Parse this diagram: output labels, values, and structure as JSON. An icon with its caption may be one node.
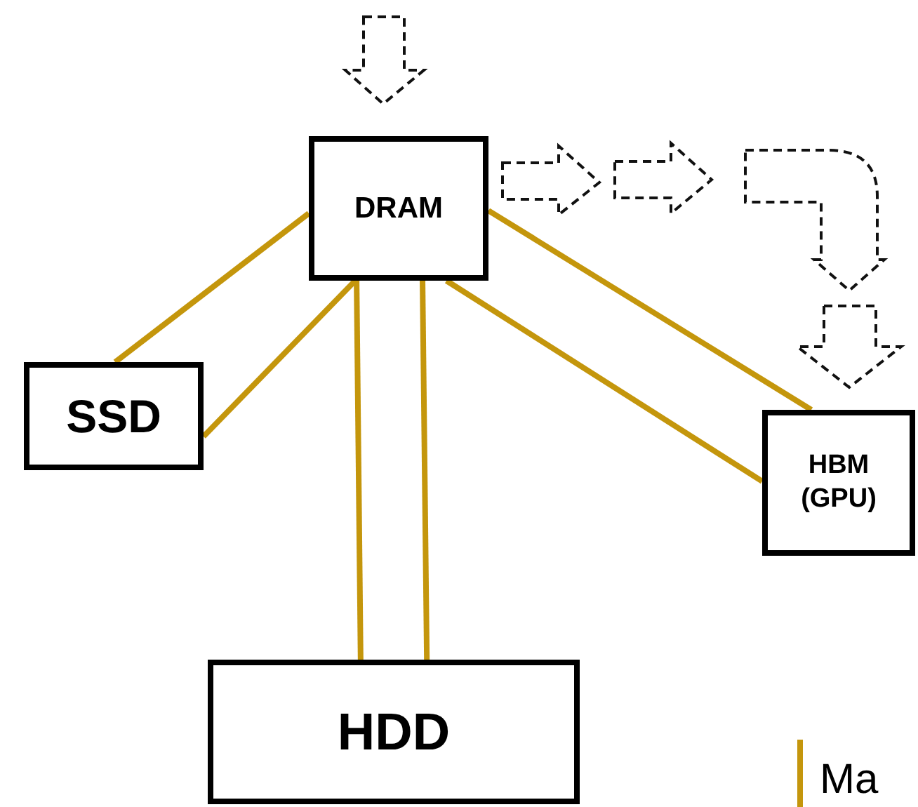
{
  "diagram": {
    "nodes": [
      {
        "text": [
          "DRAM"
        ]
      },
      {
        "text": [
          "SSD"
        ]
      },
      {
        "text": [
          "HBM (GPU)"
        ]
      },
      {
        "text": [
          "HDD"
        ]
      }
    ],
    "edges": [
      {
        "from": 1,
        "to": 0,
        "arrow": "none"
      },
      {
        "from": 1,
        "to": 0,
        "arrow": "none"
      },
      {
        "from": 3,
        "to": 0,
        "arrow": "none"
      },
      {
        "from": 3,
        "to": 0,
        "arrow": "none"
      },
      {
        "from": 2,
        "to": 0,
        "arrow": "none"
      },
      {
        "from": 2,
        "to": 0,
        "arrow": "none"
      }
    ],
    "legend": [
      {
        "text": "Ma"
      }
    ]
  }
}
